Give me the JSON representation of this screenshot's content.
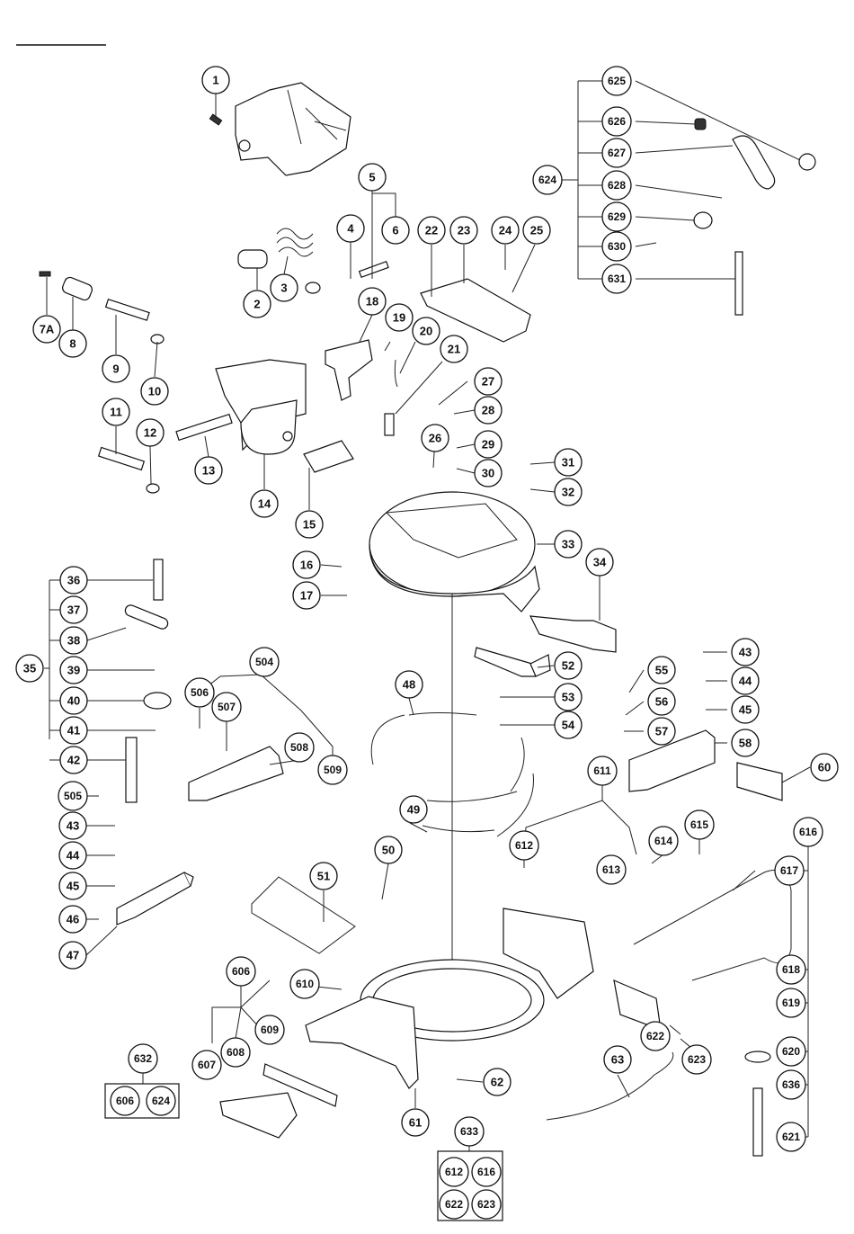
{
  "diagram": {
    "type": "exploded-parts-view",
    "callouts": [
      {
        "id": "c-1",
        "label": "1"
      },
      {
        "id": "c-2",
        "label": "2"
      },
      {
        "id": "c-3",
        "label": "3"
      },
      {
        "id": "c-4",
        "label": "4"
      },
      {
        "id": "c-5",
        "label": "5"
      },
      {
        "id": "c-6",
        "label": "6"
      },
      {
        "id": "c-7a",
        "label": "7A"
      },
      {
        "id": "c-8",
        "label": "8"
      },
      {
        "id": "c-9",
        "label": "9"
      },
      {
        "id": "c-10",
        "label": "10"
      },
      {
        "id": "c-11",
        "label": "11"
      },
      {
        "id": "c-12",
        "label": "12"
      },
      {
        "id": "c-13",
        "label": "13"
      },
      {
        "id": "c-14",
        "label": "14"
      },
      {
        "id": "c-15",
        "label": "15"
      },
      {
        "id": "c-16",
        "label": "16"
      },
      {
        "id": "c-17",
        "label": "17"
      },
      {
        "id": "c-18",
        "label": "18"
      },
      {
        "id": "c-19",
        "label": "19"
      },
      {
        "id": "c-20",
        "label": "20"
      },
      {
        "id": "c-21",
        "label": "21"
      },
      {
        "id": "c-22",
        "label": "22"
      },
      {
        "id": "c-23",
        "label": "23"
      },
      {
        "id": "c-24",
        "label": "24"
      },
      {
        "id": "c-25",
        "label": "25"
      },
      {
        "id": "c-26",
        "label": "26"
      },
      {
        "id": "c-27",
        "label": "27"
      },
      {
        "id": "c-28",
        "label": "28"
      },
      {
        "id": "c-29",
        "label": "29"
      },
      {
        "id": "c-30",
        "label": "30"
      },
      {
        "id": "c-31",
        "label": "31"
      },
      {
        "id": "c-32",
        "label": "32"
      },
      {
        "id": "c-33",
        "label": "33"
      },
      {
        "id": "c-34",
        "label": "34"
      },
      {
        "id": "c-35",
        "label": "35"
      },
      {
        "id": "c-36",
        "label": "36"
      },
      {
        "id": "c-37",
        "label": "37"
      },
      {
        "id": "c-38",
        "label": "38"
      },
      {
        "id": "c-39",
        "label": "39"
      },
      {
        "id": "c-40",
        "label": "40"
      },
      {
        "id": "c-41",
        "label": "41"
      },
      {
        "id": "c-42",
        "label": "42"
      },
      {
        "id": "c-43a",
        "label": "43"
      },
      {
        "id": "c-44a",
        "label": "44"
      },
      {
        "id": "c-45a",
        "label": "45"
      },
      {
        "id": "c-46",
        "label": "46"
      },
      {
        "id": "c-47",
        "label": "47"
      },
      {
        "id": "c-48",
        "label": "48"
      },
      {
        "id": "c-49",
        "label": "49"
      },
      {
        "id": "c-50",
        "label": "50"
      },
      {
        "id": "c-51",
        "label": "51"
      },
      {
        "id": "c-52",
        "label": "52"
      },
      {
        "id": "c-53",
        "label": "53"
      },
      {
        "id": "c-54",
        "label": "54"
      },
      {
        "id": "c-55",
        "label": "55"
      },
      {
        "id": "c-56",
        "label": "56"
      },
      {
        "id": "c-57",
        "label": "57"
      },
      {
        "id": "c-58",
        "label": "58"
      },
      {
        "id": "c-60",
        "label": "60"
      },
      {
        "id": "c-61",
        "label": "61"
      },
      {
        "id": "c-62",
        "label": "62"
      },
      {
        "id": "c-63",
        "label": "63"
      },
      {
        "id": "c-43b",
        "label": "43"
      },
      {
        "id": "c-44b",
        "label": "44"
      },
      {
        "id": "c-45b",
        "label": "45"
      },
      {
        "id": "c-504",
        "label": "504"
      },
      {
        "id": "c-505",
        "label": "505"
      },
      {
        "id": "c-506",
        "label": "506"
      },
      {
        "id": "c-507",
        "label": "507"
      },
      {
        "id": "c-508",
        "label": "508"
      },
      {
        "id": "c-509",
        "label": "509"
      },
      {
        "id": "c-606",
        "label": "606"
      },
      {
        "id": "c-607",
        "label": "607"
      },
      {
        "id": "c-608",
        "label": "608"
      },
      {
        "id": "c-609",
        "label": "609"
      },
      {
        "id": "c-610",
        "label": "610"
      },
      {
        "id": "c-611",
        "label": "611"
      },
      {
        "id": "c-612",
        "label": "612"
      },
      {
        "id": "c-613",
        "label": "613"
      },
      {
        "id": "c-614",
        "label": "614"
      },
      {
        "id": "c-615",
        "label": "615"
      },
      {
        "id": "c-616",
        "label": "616"
      },
      {
        "id": "c-617",
        "label": "617"
      },
      {
        "id": "c-618",
        "label": "618"
      },
      {
        "id": "c-619",
        "label": "619"
      },
      {
        "id": "c-620",
        "label": "620"
      },
      {
        "id": "c-621",
        "label": "621"
      },
      {
        "id": "c-622",
        "label": "622"
      },
      {
        "id": "c-623",
        "label": "623"
      },
      {
        "id": "c-624",
        "label": "624"
      },
      {
        "id": "c-625",
        "label": "625"
      },
      {
        "id": "c-626",
        "label": "626"
      },
      {
        "id": "c-627",
        "label": "627"
      },
      {
        "id": "c-628",
        "label": "628"
      },
      {
        "id": "c-629",
        "label": "629"
      },
      {
        "id": "c-630",
        "label": "630"
      },
      {
        "id": "c-631",
        "label": "631"
      },
      {
        "id": "c-632",
        "label": "632"
      },
      {
        "id": "c-633",
        "label": "633"
      },
      {
        "id": "c-636",
        "label": "636"
      }
    ],
    "kits": [
      {
        "id": "kit-632",
        "label": "632",
        "contents": [
          "606",
          "624"
        ]
      },
      {
        "id": "kit-633",
        "label": "633",
        "contents": [
          "612",
          "616",
          "622",
          "623"
        ]
      }
    ]
  }
}
